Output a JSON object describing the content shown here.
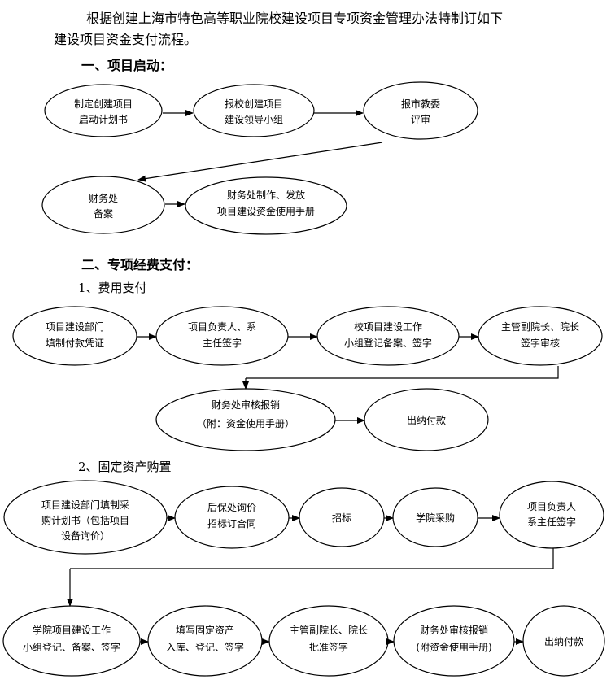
{
  "intro": {
    "line1": "根据创建上海市特色高等职业院校建设项目专项资金管理办法特制订如下",
    "line2": "建设项目资金支付流程。"
  },
  "section1": {
    "heading": "一、项目启动：",
    "nodes": [
      [
        "制定创建项目",
        "启动计划书"
      ],
      [
        "报校创建项目",
        "建设领导小组"
      ],
      [
        "报市教委",
        "评审"
      ],
      [
        "财务处",
        "备案"
      ],
      [
        "财务处制作、发放",
        "项目建设资金使用手册"
      ]
    ]
  },
  "section2": {
    "heading": "二、专项经费支付：",
    "sub1": {
      "title": "1、费用支付",
      "nodes": [
        [
          "项目建设部门",
          "填制付款凭证"
        ],
        [
          "项目负责人、系",
          "主任签字"
        ],
        [
          "校项目建设工作",
          "小组登记备案、签字"
        ],
        [
          "主管副院长、院长",
          "签字审核"
        ],
        [
          "财务处审核报销",
          "（附：资金使用手册）"
        ],
        [
          "出纳付款"
        ]
      ]
    },
    "sub2": {
      "title": "2、固定资产购置",
      "nodes": [
        [
          "项目建设部门填制采",
          "购计划书（包括项目",
          "设备询价）"
        ],
        [
          "后保处询价",
          "招标订合同"
        ],
        [
          "招标"
        ],
        [
          "学院采购"
        ],
        [
          "项目负责人",
          "系主任签字"
        ],
        [
          "学院项目建设工作",
          "小组登记、备案、签字"
        ],
        [
          "填写固定资产",
          "入库、登记、签字"
        ],
        [
          "主管副院长、院长",
          "批准签字"
        ],
        [
          "财务处审核报销",
          "(附资金使用手册)"
        ],
        [
          "出纳付款"
        ]
      ]
    }
  }
}
